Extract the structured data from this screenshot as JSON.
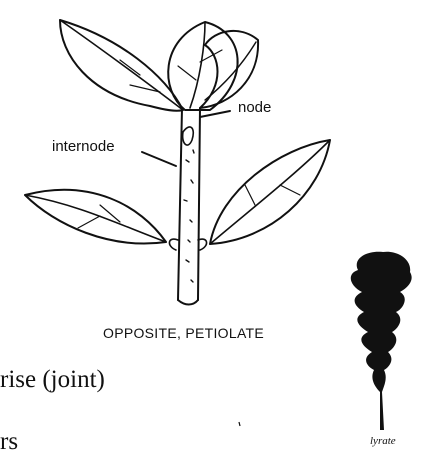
{
  "labels": {
    "node": "node",
    "internode": "internode",
    "caption": "OPPOSITE, PETIOLATE",
    "lyrate": "lyrate"
  },
  "text_fragments": {
    "line1": "rise (joint)",
    "line2": "rs"
  }
}
